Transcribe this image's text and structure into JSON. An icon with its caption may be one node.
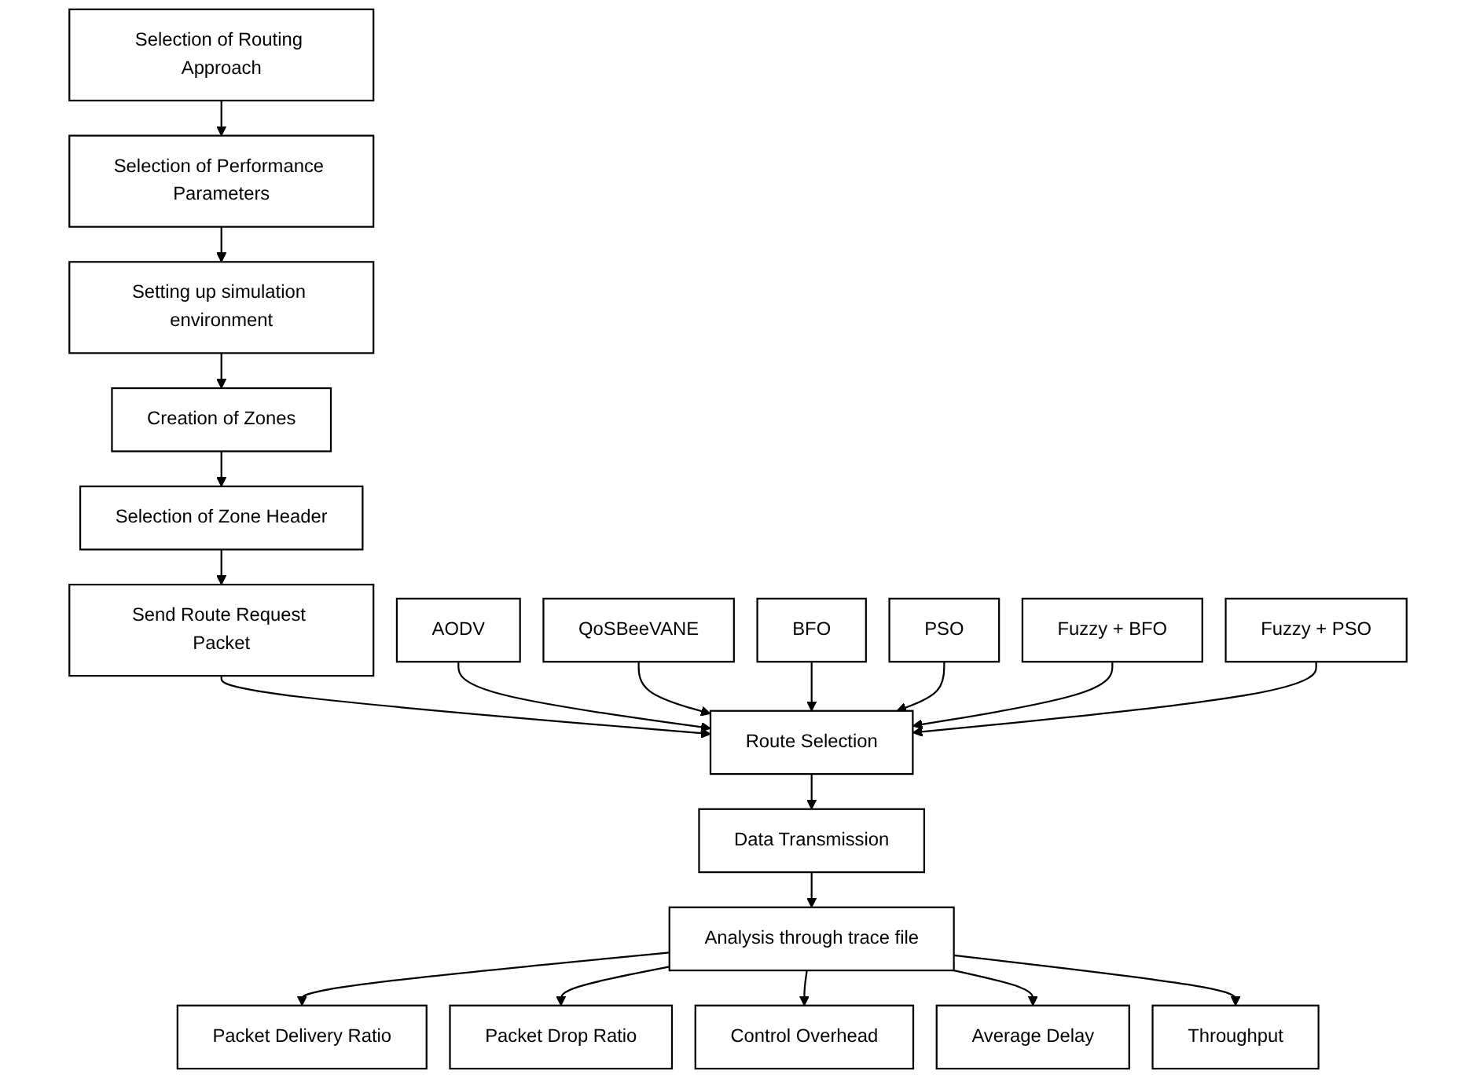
{
  "diagram": {
    "nodes": [
      {
        "text": [
          "Selection of Routing Approach"
        ]
      },
      {
        "text": [
          "Selection of Performance Parameters"
        ]
      },
      {
        "text": [
          "Setting up simulation environment"
        ]
      },
      {
        "text": [
          "Creation of Zones"
        ]
      },
      {
        "text": [
          "Selection of Zone Header"
        ]
      },
      {
        "text": [
          "Send Route Request Packet"
        ]
      },
      {
        "text": [
          "Route Selection"
        ]
      },
      {
        "text": [
          "Data Transmission"
        ]
      },
      {
        "text": [
          "Analysis through trace file"
        ]
      },
      {
        "text": [
          "AODV"
        ]
      },
      {
        "text": [
          "QoSBeeVANE"
        ]
      },
      {
        "text": [
          "BFO"
        ]
      },
      {
        "text": [
          "PSO"
        ]
      },
      {
        "text": [
          "Fuzzy + BFO"
        ]
      },
      {
        "text": [
          "Fuzzy + PSO"
        ]
      },
      {
        "text": [
          "Packet Delivery Ratio"
        ]
      },
      {
        "text": [
          "Packet Drop Ratio"
        ]
      },
      {
        "text": [
          "Control Overhead"
        ]
      },
      {
        "text": [
          "Average Delay"
        ]
      },
      {
        "text": [
          "Throughput"
        ]
      }
    ],
    "edges": [
      {
        "from": 0,
        "to": 1,
        "arrow": "to"
      },
      {
        "from": 1,
        "to": 2,
        "arrow": "to"
      },
      {
        "from": 2,
        "to": 3,
        "arrow": "to"
      },
      {
        "from": 3,
        "to": 4,
        "arrow": "to"
      },
      {
        "from": 4,
        "to": 5,
        "arrow": "to"
      },
      {
        "from": 5,
        "to": 6,
        "arrow": "to"
      },
      {
        "from": 6,
        "to": 7,
        "arrow": "to"
      },
      {
        "from": 7,
        "to": 8,
        "arrow": "to"
      },
      {
        "from": 9,
        "to": 6,
        "arrow": "to"
      },
      {
        "from": 10,
        "to": 6,
        "arrow": "to"
      },
      {
        "from": 11,
        "to": 6,
        "arrow": "to"
      },
      {
        "from": 12,
        "to": 6,
        "arrow": "to"
      },
      {
        "from": 13,
        "to": 6,
        "arrow": "to"
      },
      {
        "from": 14,
        "to": 6,
        "arrow": "to"
      },
      {
        "from": 8,
        "to": 15,
        "arrow": "to"
      },
      {
        "from": 8,
        "to": 16,
        "arrow": "to"
      },
      {
        "from": 8,
        "to": 17,
        "arrow": "to"
      },
      {
        "from": 8,
        "to": 18,
        "arrow": "to"
      },
      {
        "from": 8,
        "to": 19,
        "arrow": "to"
      }
    ]
  }
}
